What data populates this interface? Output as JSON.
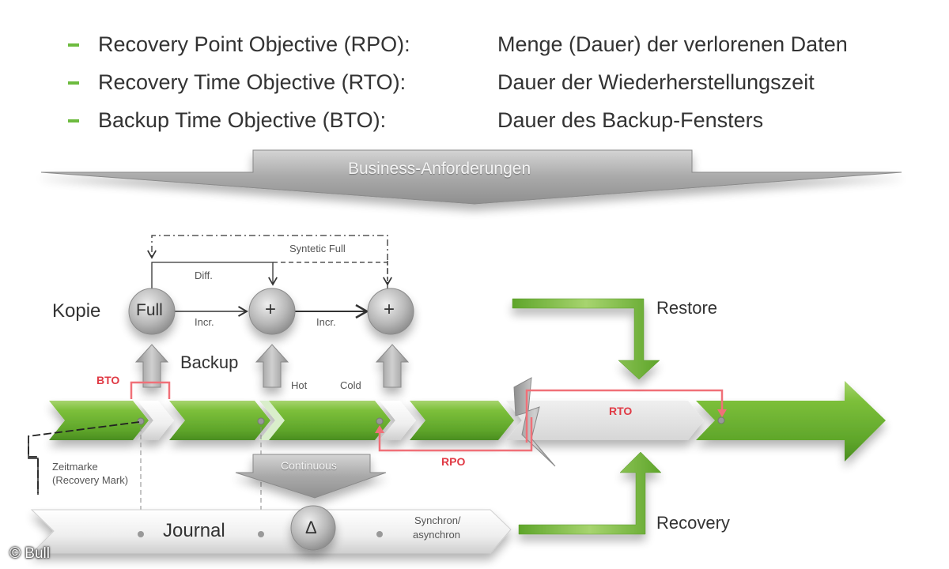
{
  "objectives": [
    {
      "term": "Recovery Point Objective (RPO):",
      "description": "Menge (Dauer) der verlorenen Daten"
    },
    {
      "term": "Recovery Time Objective (RTO):",
      "description": "Dauer der Wiederherstellungszeit"
    },
    {
      "term": "Backup Time Objective (BTO):",
      "description": "Dauer des Backup-Fensters"
    }
  ],
  "banner": {
    "label": "Business-Anforderungen"
  },
  "copy_section": {
    "title": "Kopie",
    "nodes": [
      {
        "label": "Full"
      },
      {
        "label": "+"
      },
      {
        "label": "+"
      }
    ],
    "edges": {
      "incr1": "Incr.",
      "incr2": "Incr.",
      "diff": "Diff.",
      "synthetic_full": "Syntetic Full"
    }
  },
  "backup": {
    "label": "Backup",
    "hot": "Hot",
    "cold": "Cold"
  },
  "metrics": {
    "bto": "BTO",
    "rpo": "RPO",
    "rto": "RTO"
  },
  "restore": {
    "label": "Restore"
  },
  "recovery": {
    "label": "Recovery"
  },
  "timestamp": {
    "line1": "Zeitmarke",
    "line2": "(Recovery Mark)"
  },
  "continuous": {
    "label": "Continuous"
  },
  "journal": {
    "label": "Journal",
    "delta": "Δ",
    "mode_line1": "Synchron/",
    "mode_line2": "asynchron"
  },
  "copyright": "© Bull",
  "colors": {
    "accent_green": "#6dbb3f",
    "metric_red": "#e8505a",
    "grey_arrow": "#a8a8a8"
  }
}
